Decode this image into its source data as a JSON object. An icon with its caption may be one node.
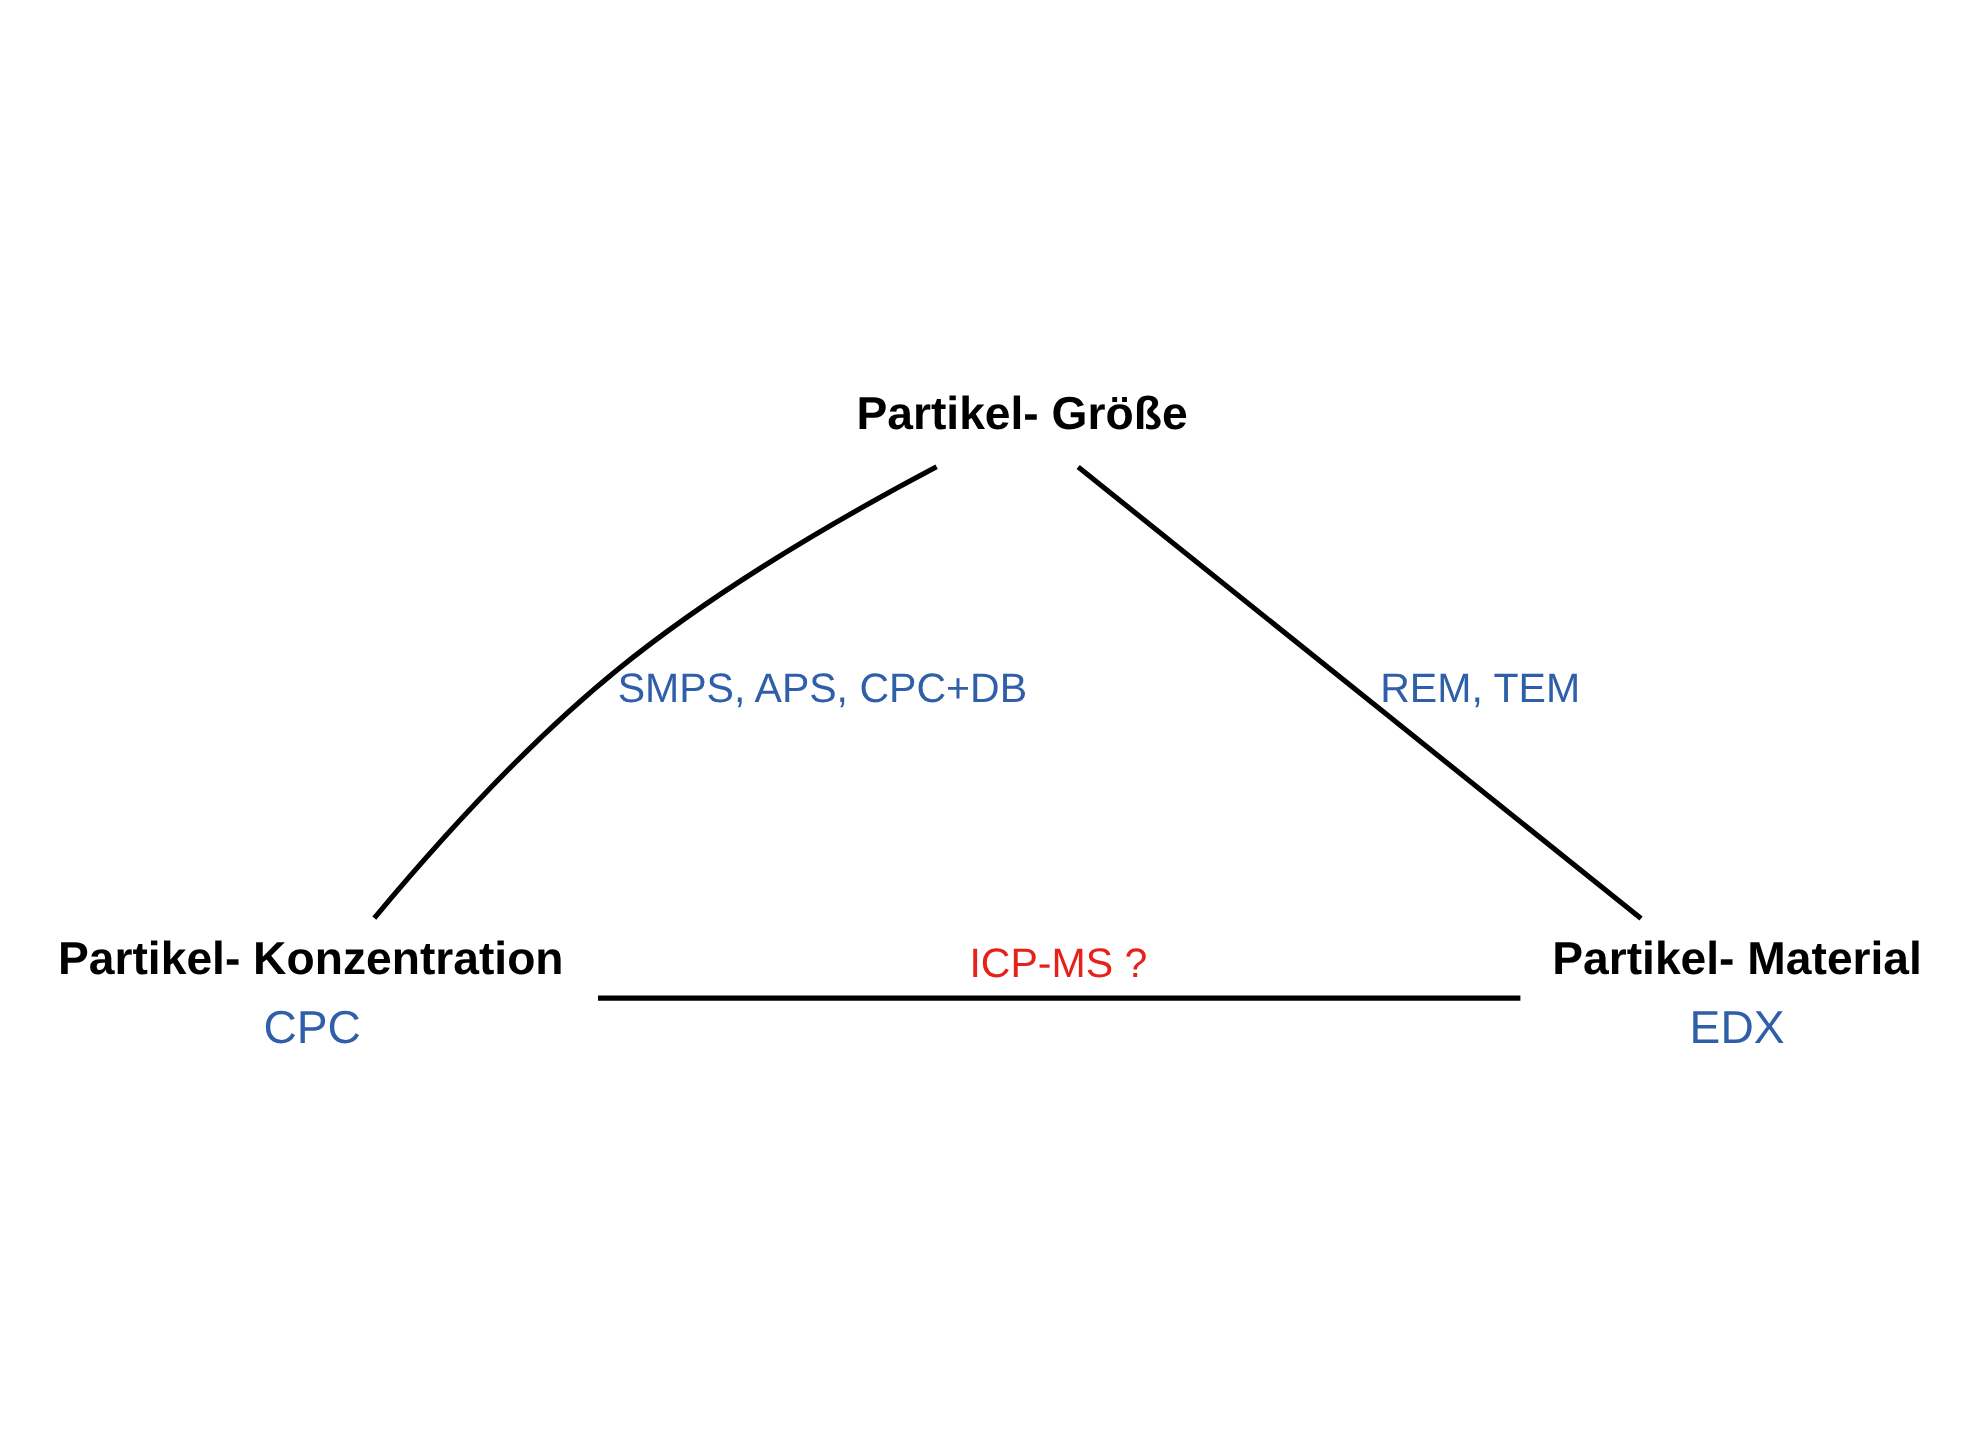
{
  "diagram": {
    "nodes": [
      {
        "text": [
          "Partikel- Größe"
        ]
      },
      {
        "text": [
          "Partikel- Konzentration"
        ],
        "beside": [
          "CPC"
        ]
      },
      {
        "text": [
          "Partikel- Material"
        ],
        "beside": [
          "EDX"
        ]
      }
    ],
    "edges": [
      {
        "from": 0,
        "to": 1,
        "arrow": "none",
        "label": "SMPS, APS, CPC+DB"
      },
      {
        "from": 0,
        "to": 2,
        "arrow": "none",
        "label": "REM, TEM"
      },
      {
        "from": 1,
        "to": 2,
        "arrow": "none",
        "label": "ICP-MS ?"
      }
    ]
  }
}
